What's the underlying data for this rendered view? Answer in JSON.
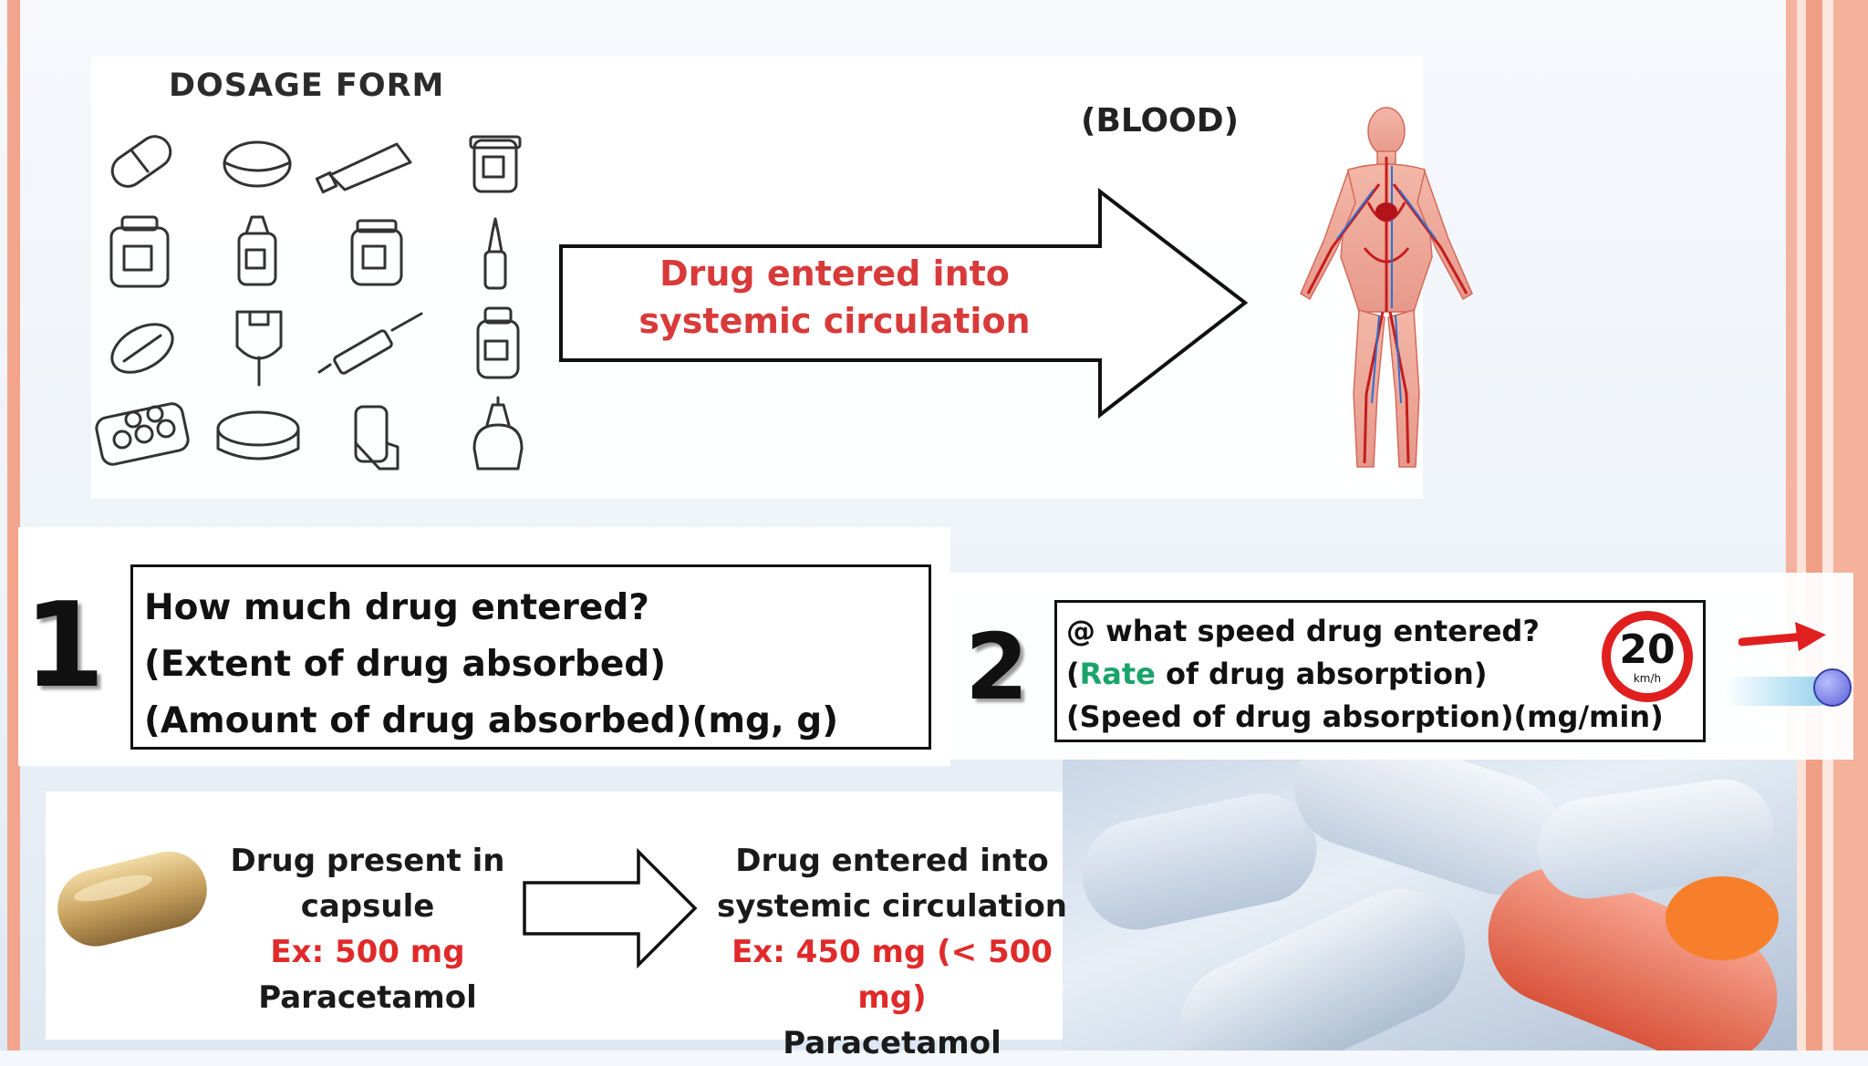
{
  "top": {
    "dosage_title": "DOSAGE FORM",
    "blood_label": "(BLOOD)",
    "arrow_text_line1": "Drug entered into",
    "arrow_text_line2": "systemic circulation",
    "dosage_icons": [
      "capsule-icon",
      "tablet-icon",
      "ointment-tube-icon",
      "jar-icon",
      "bottle-icon",
      "vial-icon",
      "jar-icon",
      "ampoule-icon",
      "oval-tablet-icon",
      "iv-bag-icon",
      "syringe-icon",
      "vial-icon",
      "blister-pack-icon",
      "lozenge-tin-icon",
      "inhaler-icon",
      "dropper-bottle-icon"
    ]
  },
  "box1": {
    "number": "1",
    "line1": "How much drug entered?",
    "line2": "(Extent of drug absorbed)",
    "line3": "(Amount of drug absorbed)(mg, g)"
  },
  "box2": {
    "number": "2",
    "line1": "@ what speed drug entered?",
    "line2_open": "(",
    "line2_rate": "Rate",
    "line2_rest": " of drug absorption)",
    "line3": "(Speed of drug absorption)(mg/min)",
    "speed_sign_value": "20",
    "speed_sign_unit": "km/h"
  },
  "bottom": {
    "left_line1": "Drug present in",
    "left_line2": "capsule",
    "left_example": "Ex: 500 mg",
    "left_drug": "Paracetamol",
    "right_line1": "Drug entered into",
    "right_line2": "systemic circulation",
    "right_example": "Ex: 450 mg (< 500 mg)",
    "right_drug": "Paracetamol"
  },
  "colors": {
    "accent_red": "#e02a2a",
    "rate_green": "#1aa36b",
    "orange_dot": "#f77f2b",
    "stripe": "#f2a48c"
  }
}
